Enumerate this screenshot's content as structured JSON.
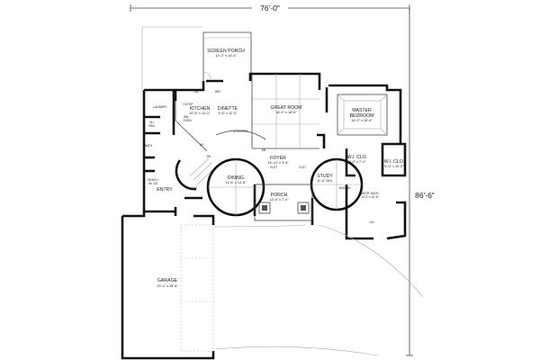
{
  "dimensions": {
    "width": "76'-0\"",
    "depth": "86'-6\""
  },
  "rooms": [
    {
      "id": "screen-porch",
      "name": "SCREEN PORCH",
      "size": "12'-0\" x 14'-0\""
    },
    {
      "id": "kitchen",
      "name": "KITCHEN",
      "size": "10'-6\" x 12'-0\""
    },
    {
      "id": "dinette",
      "name": "DINETTE",
      "size": "9'-6\" x 12'-0\""
    },
    {
      "id": "great-room",
      "name": "GREAT ROOM",
      "size": "18'-0\" x 18'-6\""
    },
    {
      "id": "master-bedroom",
      "name": "MASTER",
      "name2": "BEDROOM",
      "size": "16'-0\" x 15'-6\""
    },
    {
      "id": "wi-clo-1",
      "name": "W.I. CLO.",
      "size": "6'-0\" x 7'-0\""
    },
    {
      "id": "wi-clo-2",
      "name": "W.I. CLO.",
      "size": "5'-6\" x 10'-0\""
    },
    {
      "id": "foyer",
      "name": "FOYER",
      "size": "14'-10\" x 9'-6\""
    },
    {
      "id": "dining",
      "name": "DINING",
      "size": "11'-6\" x 14'-6\""
    },
    {
      "id": "study",
      "name": "STUDY",
      "size": "11'-6\" DIA."
    },
    {
      "id": "porch",
      "name": "PORCH",
      "size": "13'-6\" x 7'-0\""
    },
    {
      "id": "mstr-bath",
      "name": "MSTR. BATH",
      "size": "12'-0\" x 14'-6\""
    },
    {
      "id": "garage",
      "name": "GARAGE",
      "size": "23'-4\" x 38'-8\""
    },
    {
      "id": "entry",
      "name": "ENTRY",
      "size": ""
    }
  ],
  "labels": {
    "laundry": "LAUNDRY",
    "wi_pan": "W.I.",
    "wi_pan2": "PAN.",
    "bath": "BATH",
    "bench": "BENCH",
    "bench2": "W/ LID",
    "wi_clo_small": "W.I. CLO.",
    "counter": "COUNTER",
    "cktop": "CKTOP",
    "dbl": "DBL",
    "oven": "OVEN",
    "ref": "REF",
    "dn": "DN",
    "up": "UP",
    "built_in": "BUILT-IN",
    "clst": "CLST",
    "lin": "LIN"
  }
}
